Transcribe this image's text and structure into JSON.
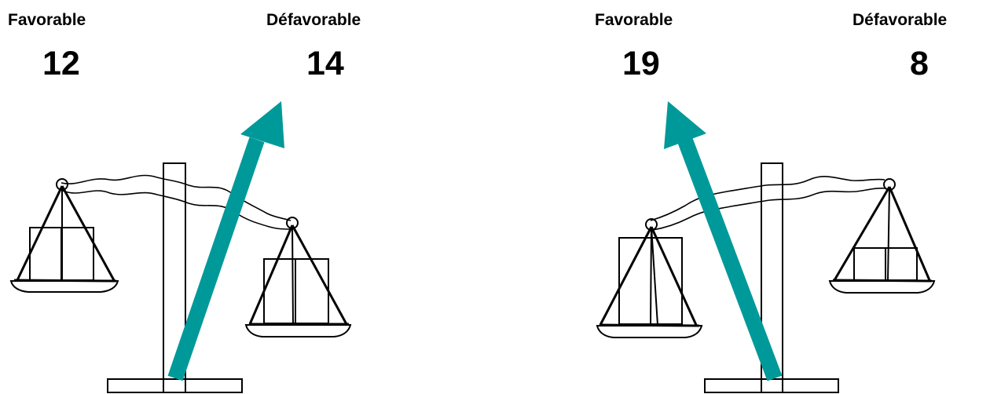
{
  "left_panel": {
    "favorable_label": "Favorable",
    "unfavorable_label": "Défavorable",
    "favorable_count": "12",
    "unfavorable_count": "14",
    "tilt_toward": "Défavorable"
  },
  "right_panel": {
    "favorable_label": "Favorable",
    "unfavorable_label": "Défavorable",
    "favorable_count": "19",
    "unfavorable_count": "8",
    "tilt_toward": "Favorable"
  },
  "colors": {
    "arrow": "#009999",
    "line": "#000000",
    "background": "#ffffff"
  },
  "icons": [
    "balance-scale-icon",
    "arrow-icon"
  ]
}
